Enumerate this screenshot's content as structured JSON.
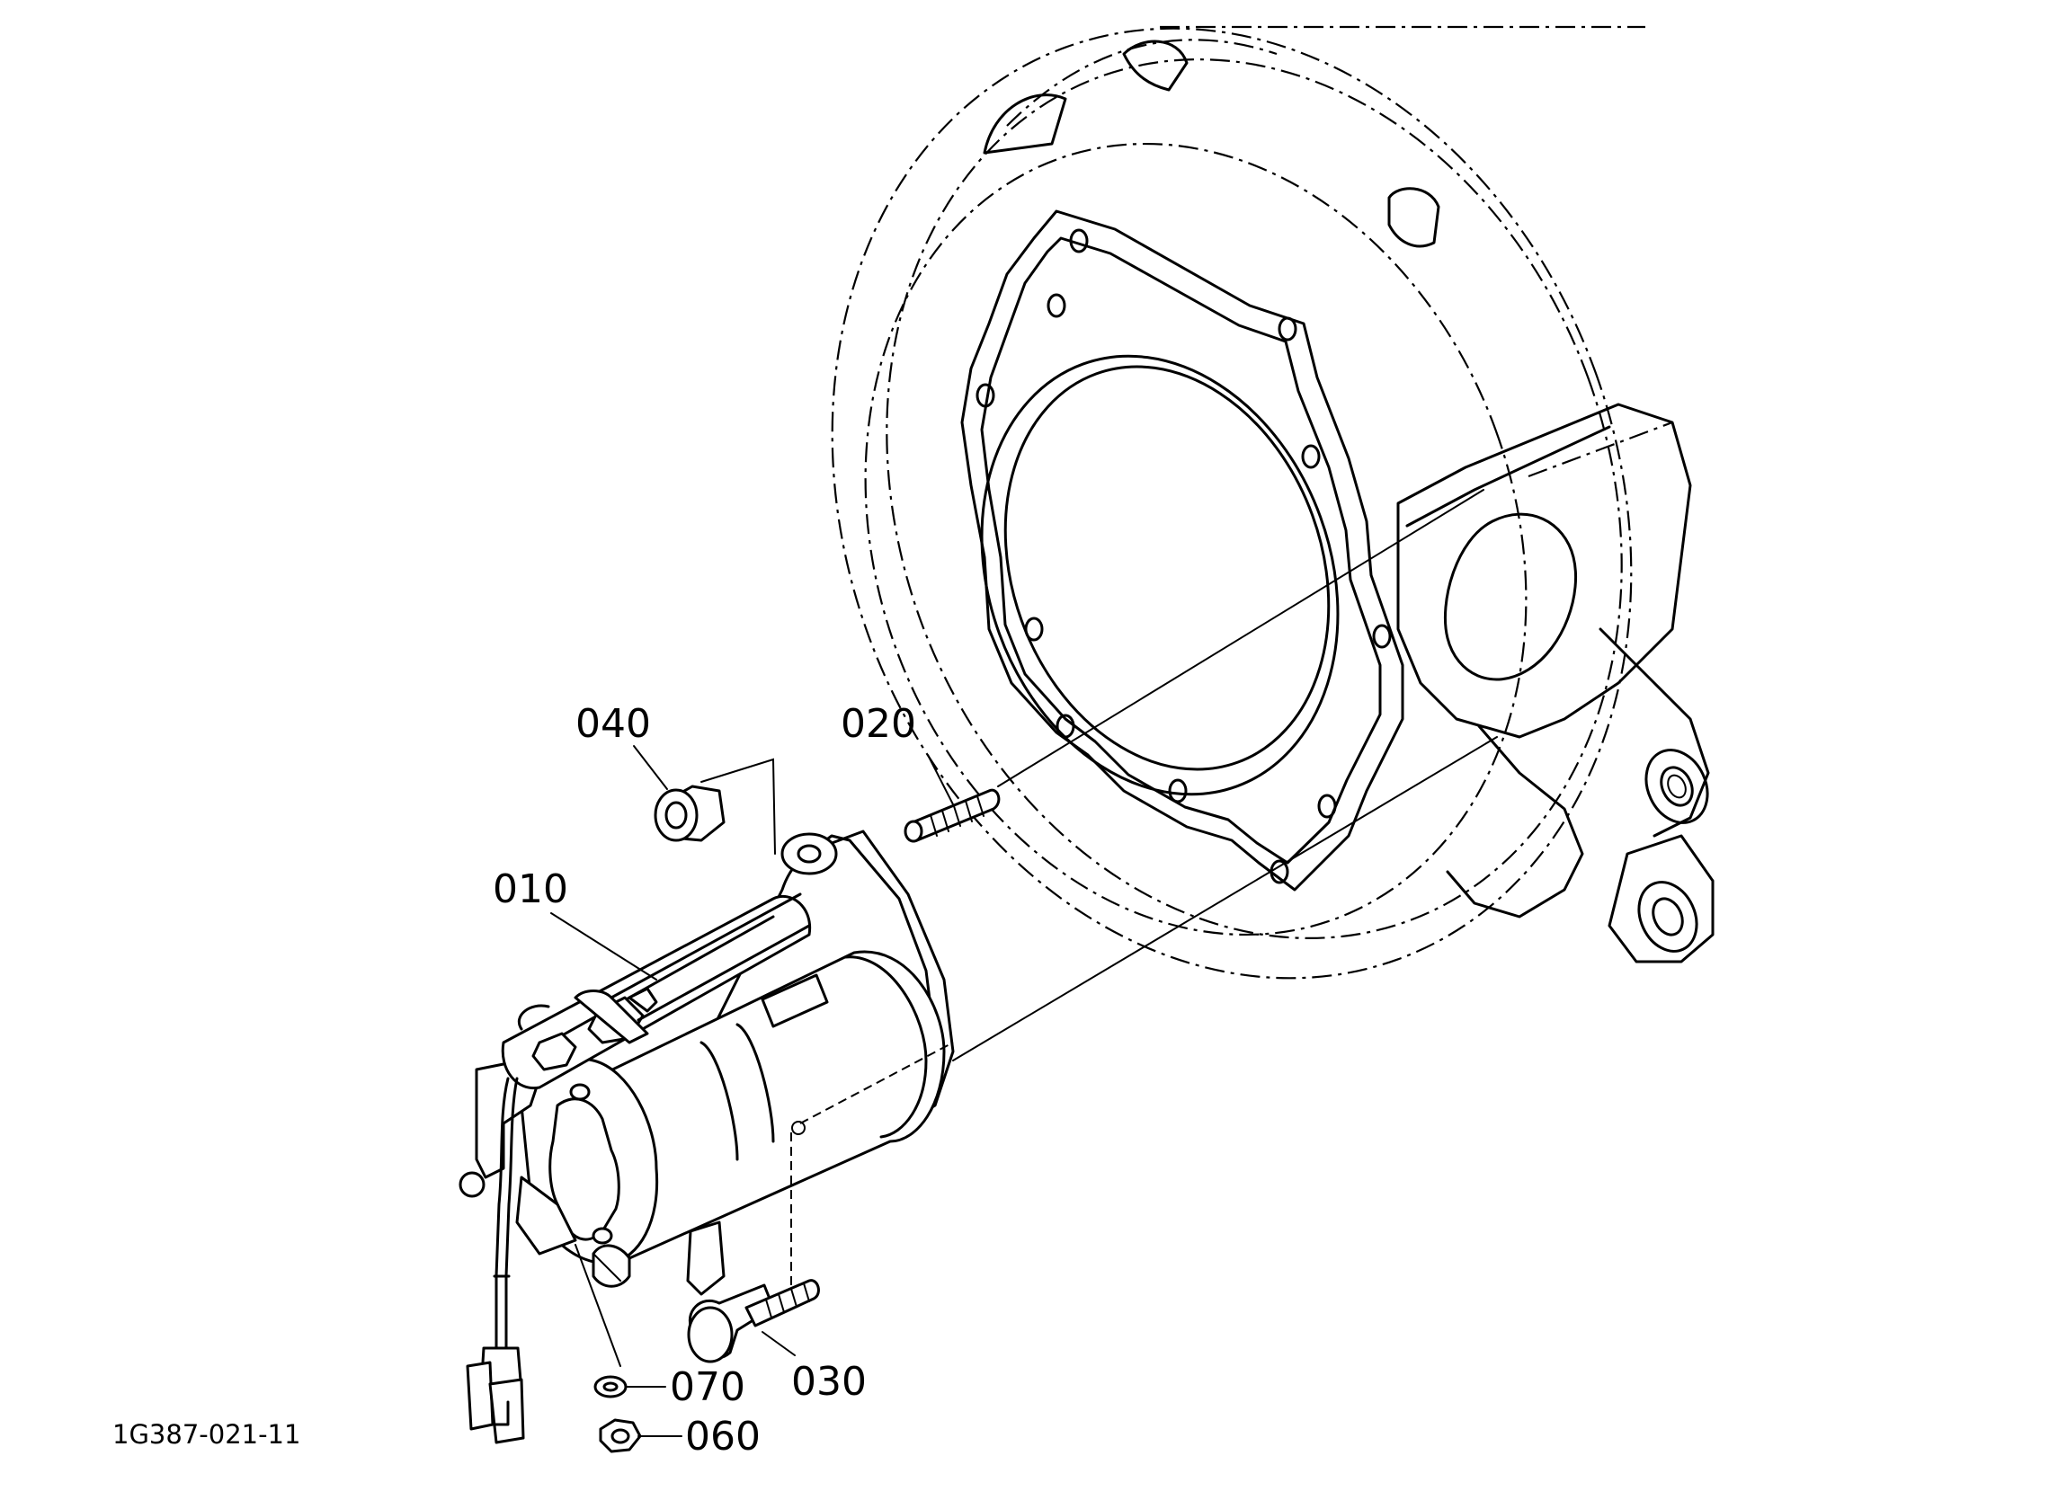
{
  "drawing_id": "1G387-021-11",
  "callouts": [
    {
      "key": "part_010",
      "label": "010"
    },
    {
      "key": "part_020",
      "label": "020"
    },
    {
      "key": "part_030",
      "label": "030"
    },
    {
      "key": "part_040",
      "label": "040"
    },
    {
      "key": "part_060",
      "label": "060"
    },
    {
      "key": "part_070",
      "label": "070"
    }
  ]
}
